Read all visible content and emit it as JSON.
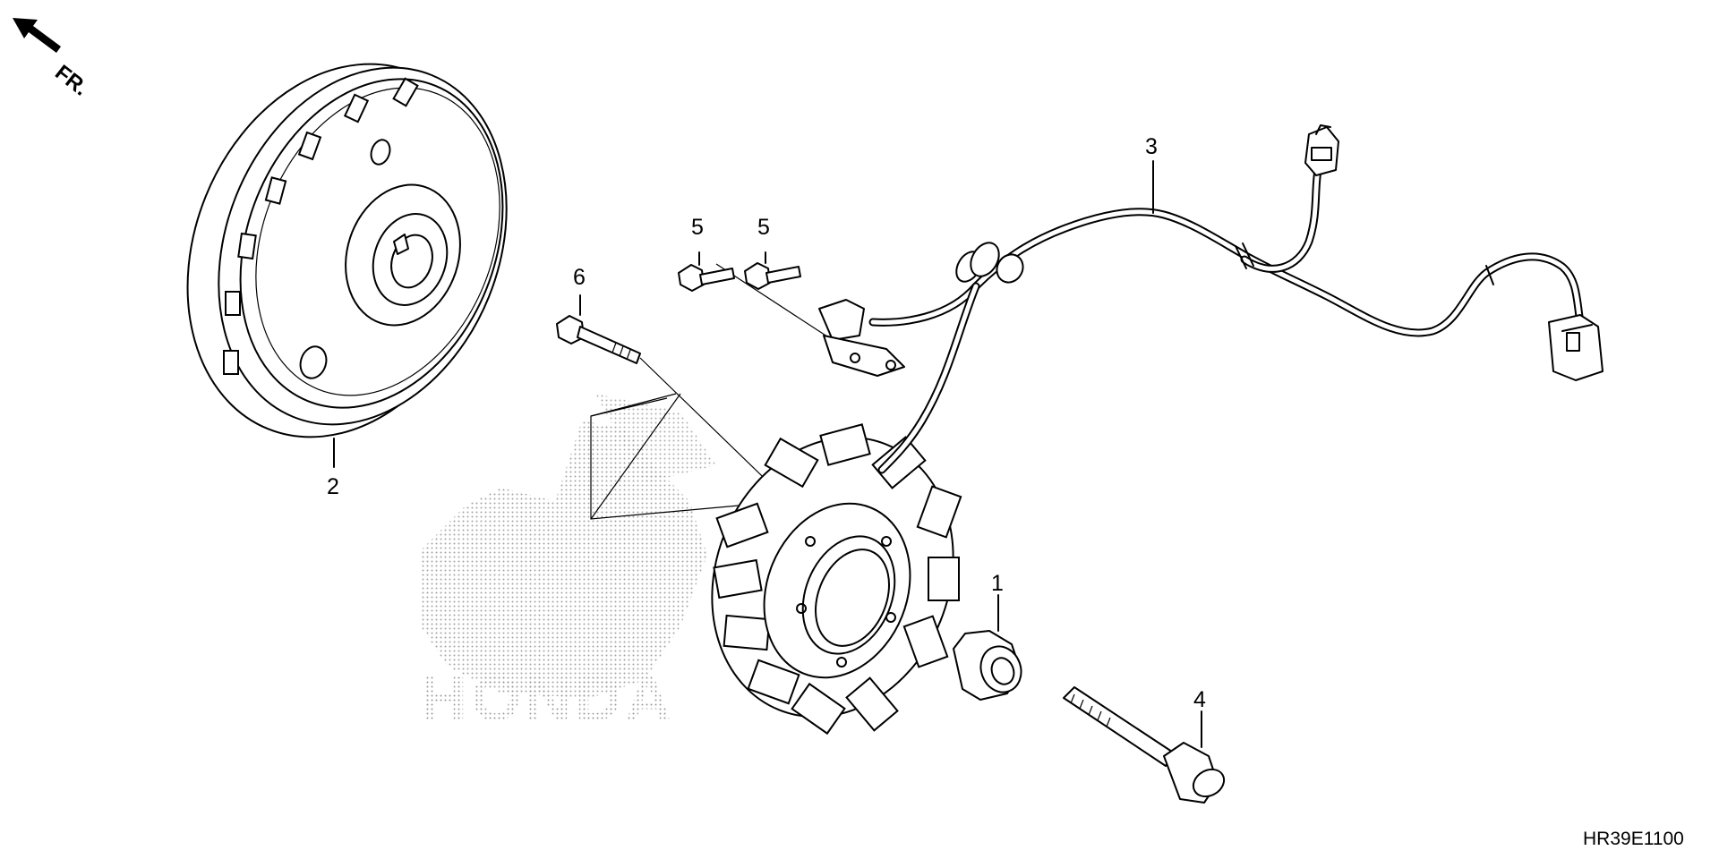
{
  "orientation": {
    "label": "FR."
  },
  "diagram_code": "HR39E1100",
  "watermark": {
    "text": "HONDA"
  },
  "callouts": [
    {
      "id": "flywheel",
      "number": "2"
    },
    {
      "id": "stator",
      "number": "1"
    },
    {
      "id": "harness",
      "number": "3"
    },
    {
      "id": "bolt-long",
      "number": "4"
    },
    {
      "id": "screw-a",
      "number": "5"
    },
    {
      "id": "screw-b",
      "number": "5"
    },
    {
      "id": "bolt-stator",
      "number": "6"
    }
  ]
}
